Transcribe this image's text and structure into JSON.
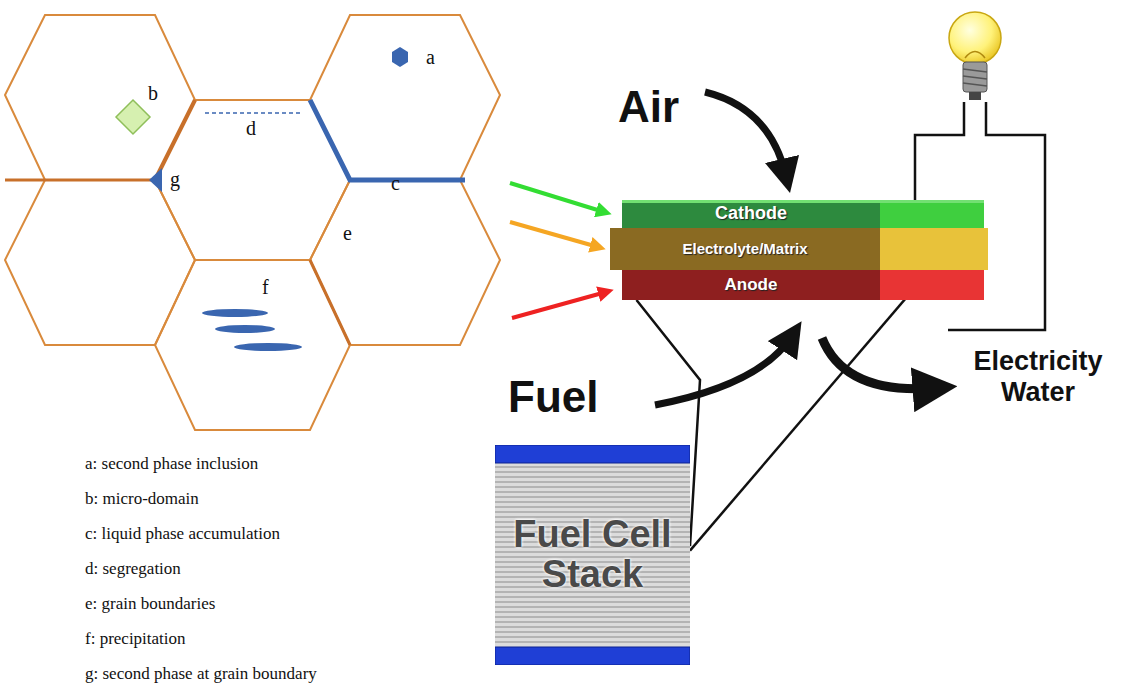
{
  "diagram": {
    "nodes": [
      {
        "text": [
          "Cathode"
        ]
      },
      {
        "text": [
          "Electrolyte/Matrix"
        ]
      },
      {
        "text": [
          "Anode"
        ]
      },
      {
        "text": [
          "Fuel Cell Stack"
        ]
      }
    ],
    "edges": [
      {
        "from": 2,
        "to": 3,
        "arrow": "none"
      },
      {
        "from": 3,
        "to": 0,
        "arrow": "none"
      }
    ],
    "labels": [
      "a",
      "b",
      "c",
      "d",
      "e",
      "f",
      "g",
      "a: second phase inclusion",
      "b: micro-domain",
      "c: liquid phase accumulation",
      "d: segregation",
      "e: grain boundaries",
      "f: precipitation",
      "g: second phase at grain boundary",
      "Air",
      "Fuel",
      "Electricity Water"
    ]
  }
}
